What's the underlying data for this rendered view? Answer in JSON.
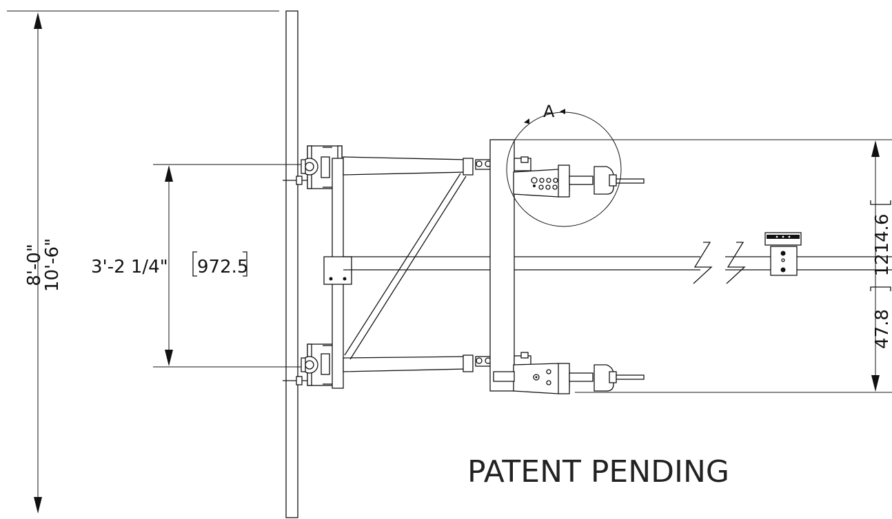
{
  "dimensions": {
    "overall_height_1": "8'-0\"",
    "overall_height_2": "10'-6\"",
    "arm_spacing_imperial": "3'-2 1/4\"",
    "arm_spacing_metric": "972.5",
    "right_span_imperial": "47.8",
    "right_span_metric": "1214.6"
  },
  "detail_callout": "A",
  "notice": "PATENT PENDING"
}
